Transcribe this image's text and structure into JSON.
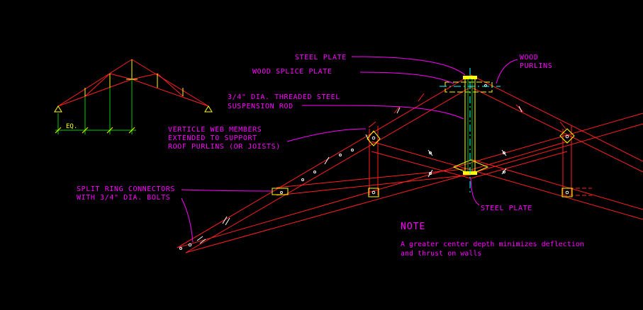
{
  "colors": {
    "background": "#000000",
    "member": "#ff2020",
    "steel": "#ffff00",
    "rod_inner": "#00cc00",
    "leader": "#ff00ff",
    "centerline": "#00ffff",
    "connector": "#ffffff"
  },
  "labels": {
    "steel_plate_top": "STEEL PLATE",
    "wood_splice_plate": "WOOD SPLICE PLATE",
    "wood_purlins_line1": "WOOD",
    "wood_purlins_line2": "PURLINS",
    "rod_line1": "3/4\" DIA. THREADED STEEL",
    "rod_line2": "SUSPENSION ROD",
    "web_line1": "VERTICLE WEB MEMBERS",
    "web_line2": "EXTENDED TO SUPPORT",
    "web_line3": "ROOF PURLINS (OR JOISTS)",
    "split_line1": "SPLIT RING CONNECTORS",
    "split_line2": "WITH 3/4\" DIA. BOLTS",
    "steel_plate_bottom": "STEEL PLATE"
  },
  "diagram": {
    "dimension_label": "EQ."
  },
  "note": {
    "title": "NOTE",
    "line1": "A greater center depth minimizes deflection",
    "line2": "and thrust on walls"
  }
}
